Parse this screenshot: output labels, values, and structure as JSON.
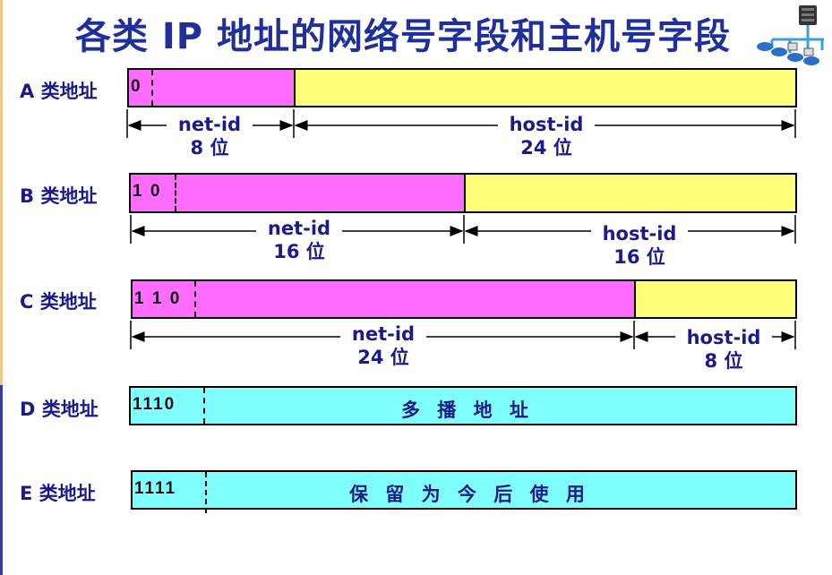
{
  "title": "各类 IP 地址的网络号字段和主机号字段",
  "rows": [
    {
      "label": "A 类地址",
      "prefix": "0",
      "fields": [
        {
          "name": "net-id",
          "bits": "8 位"
        },
        {
          "name": "host-id",
          "bits": "24 位"
        }
      ]
    },
    {
      "label": "B 类地址",
      "prefix": "1 0",
      "fields": [
        {
          "name": "net-id",
          "bits": "16 位"
        },
        {
          "name": "host-id",
          "bits": "16 位"
        }
      ]
    },
    {
      "label": "C 类地址",
      "prefix": "1 1 0",
      "fields": [
        {
          "name": "net-id",
          "bits": "24 位"
        },
        {
          "name": "host-id",
          "bits": "8 位"
        }
      ]
    },
    {
      "label": "D 类地址",
      "prefix": "1110",
      "text": "多 播 地 址"
    },
    {
      "label": "E 类地址",
      "prefix": "1111",
      "text": "保 留 为 今 后 使 用"
    }
  ],
  "colors": {
    "net": "#ff6cff",
    "host": "#ffff7a",
    "special": "#80ffff",
    "text": "#1a1a8c"
  },
  "icon": "network-topology-icon"
}
